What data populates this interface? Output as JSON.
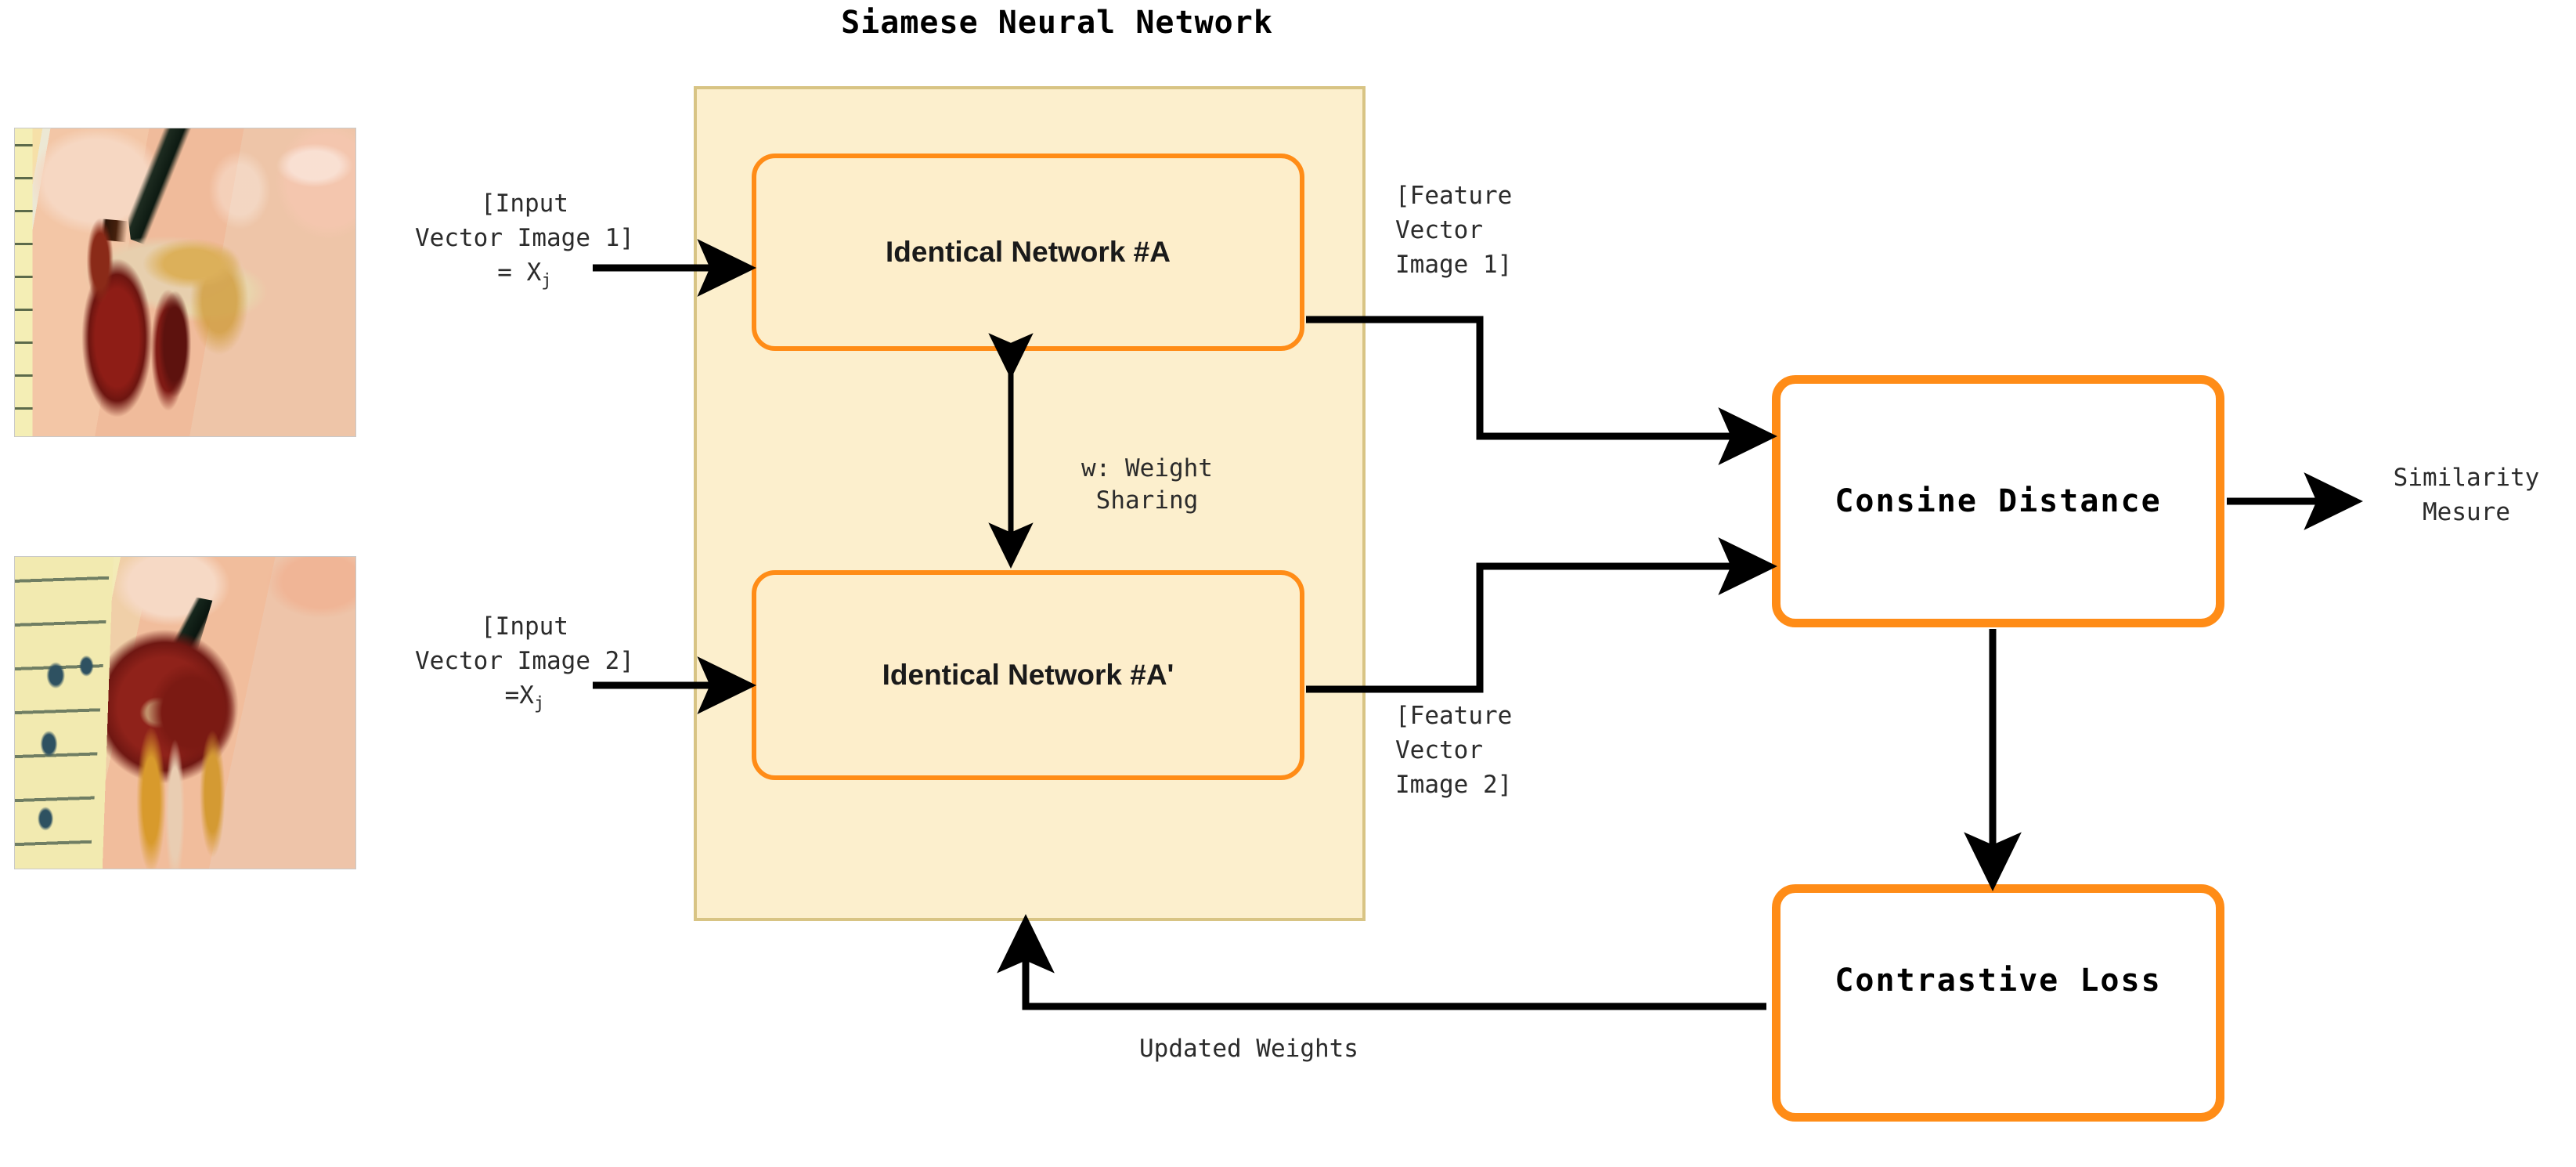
{
  "diagram": {
    "title": "Siamese Neural Network",
    "container_label": "Siamese Neural Network",
    "colors": {
      "accent_orange": "#ff8c17",
      "container_fill": "#fcefcd",
      "container_border": "#d8c484",
      "box_fill": "#fdeecb",
      "result_box_fill": "#ffffff",
      "arrow_black": "#000000",
      "text": "#2b2b2b"
    }
  },
  "inputs": {
    "image_1": {
      "label_lines": "[Input\nVector Image 1]\n= X",
      "subscript": "j",
      "alt": "clinical wound photograph of a diabetic foot ulcer with yellow measuring ruler"
    },
    "image_2": {
      "label_lines": "[Input\nVector Image 2]\n=X",
      "subscript": "j",
      "alt": "clinical wound photograph of a diabetic foot ulcer with yellow measuring ruler"
    }
  },
  "networks": {
    "branch_a": "Identical Network #A",
    "branch_a_prime": "Identical Network #A'",
    "weight_sharing": "w: Weight\nSharing"
  },
  "features": {
    "vector_1": "[Feature\nVector\nImage 1]",
    "vector_2": "[Feature\nVector\nImage 2]"
  },
  "outputs": {
    "cosine_distance": "Consine\nDistance",
    "contrastive_loss": "Contrastive Loss",
    "similarity_measure": "Similarity\nMesure",
    "updated_weights": "Updated Weights"
  }
}
